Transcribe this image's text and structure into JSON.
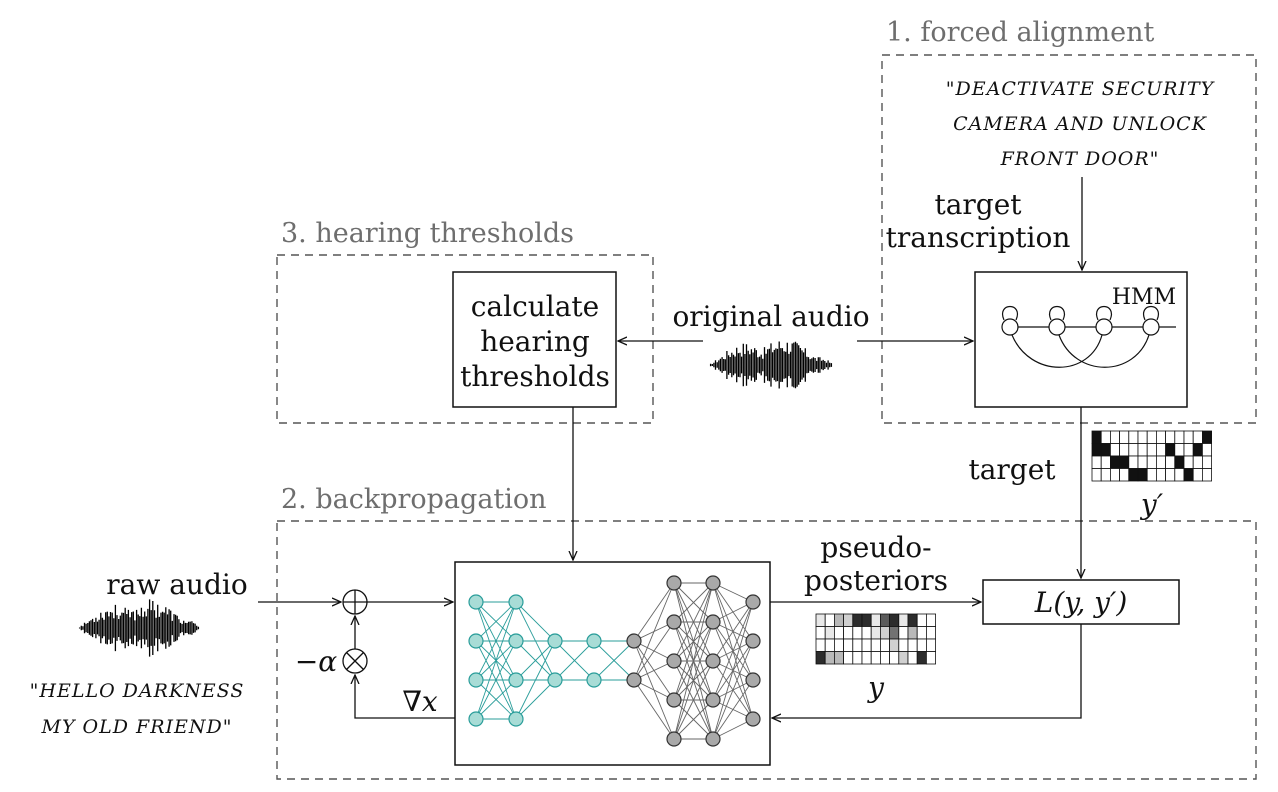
{
  "sections": {
    "forced_alignment": "1. forced alignment",
    "backpropagation": "2. backpropagation",
    "hearing_thresholds": "3. hearing thresholds"
  },
  "boxes": {
    "hearing_line1": "calculate",
    "hearing_line2": "hearing",
    "hearing_line3": "thresholds",
    "hmm_label": "HMM",
    "loss_label": "L(y, y′)"
  },
  "labels": {
    "original_audio": "original audio",
    "target_transcription_line1": "target",
    "target_transcription_line2": "transcription",
    "target": "target",
    "raw_audio": "raw audio",
    "pseudo_line1": "pseudo-",
    "pseudo_line2": "posteriors",
    "y_prime": "y′",
    "y": "y",
    "neg_alpha": "−α",
    "grad_x": "∇x"
  },
  "quotes": {
    "target_line1": "\"DEACTIVATE SECURITY",
    "target_line2": "CAMERA AND UNLOCK",
    "target_line3": "FRONT DOOR\"",
    "raw_line1": "\"HELLO DARKNESS",
    "raw_line2": "MY OLD FRIEND\""
  },
  "grids": {
    "target_matrix": [
      [
        1,
        0,
        0,
        0,
        0,
        0,
        0,
        0,
        0,
        0,
        0,
        0,
        1
      ],
      [
        1,
        1,
        0,
        0,
        0,
        0,
        0,
        0,
        1,
        0,
        0,
        1,
        0
      ],
      [
        0,
        0,
        1,
        1,
        0,
        0,
        0,
        0,
        0,
        1,
        0,
        0,
        0
      ],
      [
        0,
        0,
        0,
        0,
        1,
        1,
        0,
        0,
        0,
        0,
        1,
        0,
        0
      ]
    ],
    "posterior_matrix": [
      [
        0.1,
        0.0,
        0.3,
        0.2,
        0.9,
        0.9,
        0.1,
        0.7,
        0.9,
        0.1,
        0.9,
        0.0,
        0.0
      ],
      [
        0.0,
        0.1,
        0.0,
        0.0,
        0.0,
        0.0,
        0.1,
        0.2,
        0.6,
        0.0,
        0.3,
        0.0,
        0.0
      ],
      [
        0.0,
        0.0,
        0.0,
        0.0,
        0.0,
        0.0,
        0.0,
        0.0,
        0.2,
        0.0,
        0.0,
        0.0,
        0.0
      ],
      [
        0.9,
        0.3,
        0.3,
        0.0,
        0.0,
        0.0,
        0.0,
        0.0,
        0.0,
        0.2,
        0.0,
        0.9,
        0.0
      ]
    ]
  },
  "colors": {
    "network_teal": "#2a9d9a",
    "network_teal_fill": "#a8dcd6",
    "network_gray_fill": "#a9a9a9",
    "section_title": "#6e6e6e"
  }
}
